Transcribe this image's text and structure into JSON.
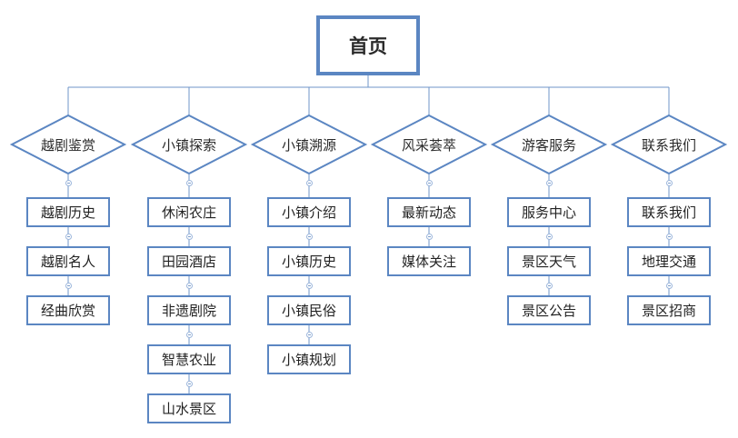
{
  "root": {
    "label": "首页"
  },
  "categories": [
    {
      "label": "越剧鉴赏",
      "items": [
        "越剧历史",
        "越剧名人",
        "经曲欣赏"
      ]
    },
    {
      "label": "小镇探索",
      "items": [
        "休闲农庄",
        "田园酒店",
        "非遗剧院",
        "智慧农业",
        "山水景区"
      ]
    },
    {
      "label": "小镇溯源",
      "items": [
        "小镇介绍",
        "小镇历史",
        "小镇民俗",
        "小镇规划"
      ]
    },
    {
      "label": "风采荟萃",
      "items": [
        "最新动态",
        "媒体关注"
      ]
    },
    {
      "label": "游客服务",
      "items": [
        "服务中心",
        "景区天气",
        "景区公告"
      ]
    },
    {
      "label": "联系我们",
      "items": [
        "联系我们",
        "地理交通",
        "景区招商"
      ]
    }
  ],
  "colors": {
    "stroke": "#5b86c2",
    "diamond_fill": "#ffffff"
  }
}
